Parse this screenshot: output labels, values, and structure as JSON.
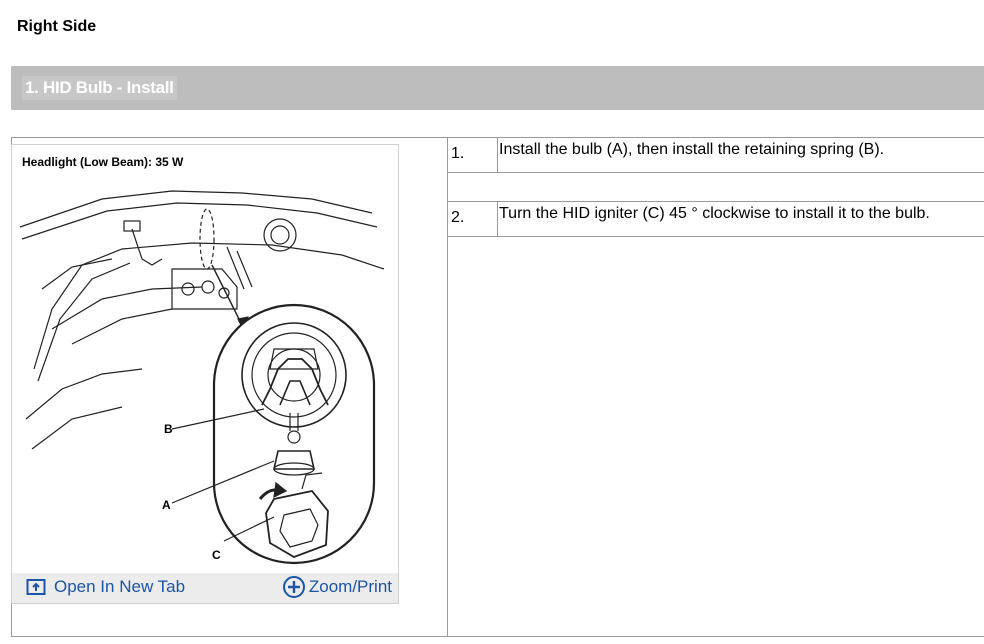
{
  "section": {
    "title": "Right Side"
  },
  "step_header": {
    "label": "1. HID Bulb - Install"
  },
  "figure": {
    "caption": "Headlight (Low Beam): 35 W",
    "callouts": {
      "a": "A",
      "b": "B",
      "c": "C"
    },
    "open_tab_label": "Open In New Tab",
    "zoom_label": "Zoom/Print",
    "link_color": "#1a55a8"
  },
  "steps": [
    {
      "num": "1.",
      "text": "Install the bulb (A), then install the retaining spring (B)."
    },
    {
      "num": "2.",
      "text": "Turn the HID igniter (C) 45 ° clockwise to install it to the bulb."
    }
  ]
}
